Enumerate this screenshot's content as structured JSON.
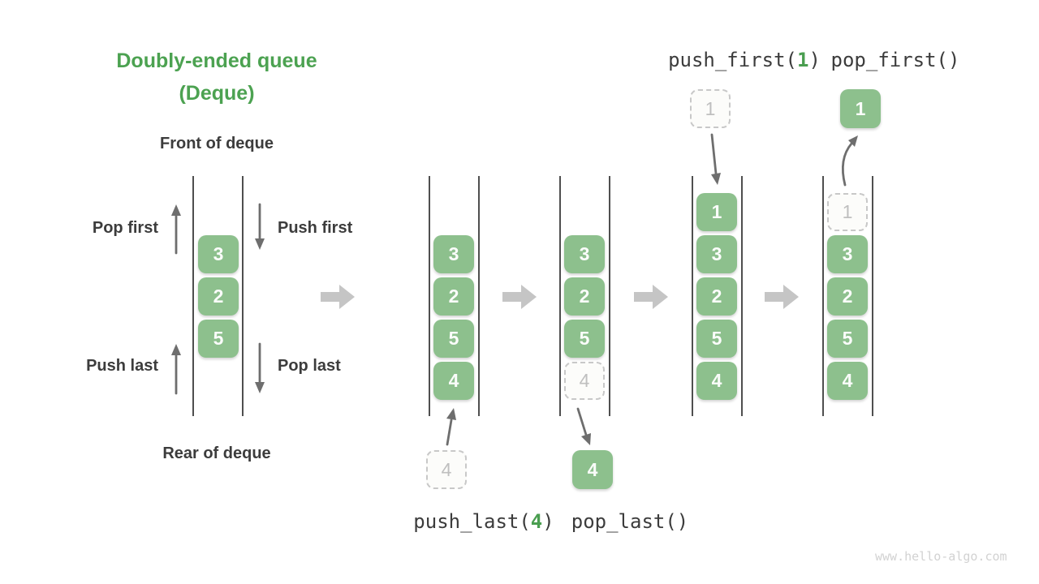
{
  "title": {
    "line1": "Doubly-ended queue",
    "line2": "(Deque)"
  },
  "labels": {
    "front": "Front of deque",
    "rear": "Rear of deque",
    "pop_first": "Pop first",
    "push_first": "Push first",
    "push_last": "Push last",
    "pop_last": "Pop last"
  },
  "operations": {
    "push_last": {
      "prefix": "push_last(",
      "arg": "4",
      "suffix": ")"
    },
    "pop_last": {
      "text": "pop_last()"
    },
    "push_first": {
      "prefix": "push_first(",
      "arg": "1",
      "suffix": ")"
    },
    "pop_first": {
      "text": "pop_first()"
    }
  },
  "queues": {
    "q1": {
      "cells": [
        {
          "value": "3"
        },
        {
          "value": "2"
        },
        {
          "value": "5"
        }
      ]
    },
    "q2": {
      "cells": [
        {
          "value": "3"
        },
        {
          "value": "2"
        },
        {
          "value": "5"
        },
        {
          "value": "4"
        }
      ],
      "incoming": {
        "value": "4"
      }
    },
    "q3": {
      "cells": [
        {
          "value": "3"
        },
        {
          "value": "2"
        },
        {
          "value": "5"
        },
        {
          "value": "4",
          "ghost": true
        }
      ],
      "outgoing": {
        "value": "4"
      }
    },
    "q4": {
      "cells": [
        {
          "value": "1"
        },
        {
          "value": "3"
        },
        {
          "value": "2"
        },
        {
          "value": "5"
        },
        {
          "value": "4"
        }
      ],
      "incoming": {
        "value": "1"
      }
    },
    "q5": {
      "cells": [
        {
          "value": "1",
          "ghost": true
        },
        {
          "value": "3"
        },
        {
          "value": "2"
        },
        {
          "value": "5"
        },
        {
          "value": "4"
        }
      ],
      "outgoing": {
        "value": "1"
      }
    }
  },
  "watermark": "www.hello-algo.com",
  "colors": {
    "cell_green": "#8dc08d",
    "title_green": "#4ca251",
    "code_green": "#4a9e50",
    "text_dark": "#3c3c3c",
    "arrow_gray": "#6e6e6e",
    "flow_arrow_gray": "#c5c5c5",
    "line_dark": "#4f4f4f",
    "ghost_border": "#c8c8c8",
    "ghost_text": "#bfbfbf",
    "watermark_gray": "#d2d2d2"
  }
}
